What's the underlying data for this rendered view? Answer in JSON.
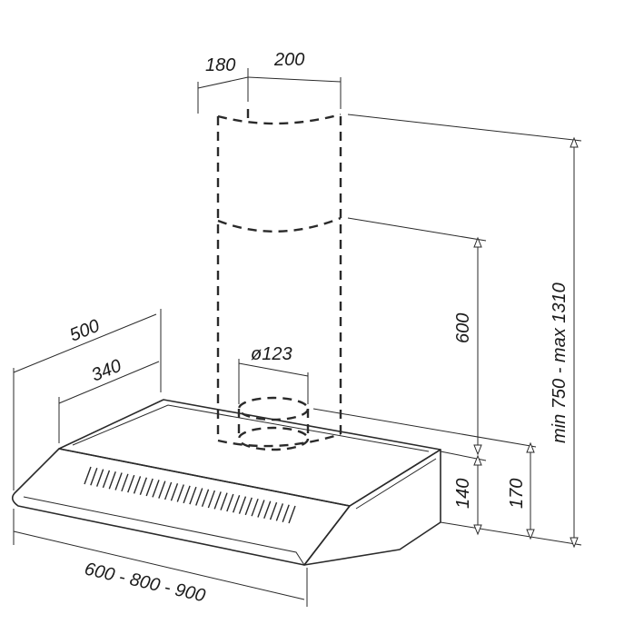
{
  "dimensions": {
    "chimney_depth_offset": "180",
    "chimney_width": "200",
    "total_height": "min 750 - max 1310",
    "chimney_height": "600",
    "hood_height": "140",
    "hood_height_with_outlet": "170",
    "outlet_diameter": "ø123",
    "hood_depth": "500",
    "hood_depth_inner": "340",
    "hood_width": "600 - 800 - 900"
  },
  "colors": {
    "stroke": "#2a2a2a",
    "background": "#ffffff"
  }
}
